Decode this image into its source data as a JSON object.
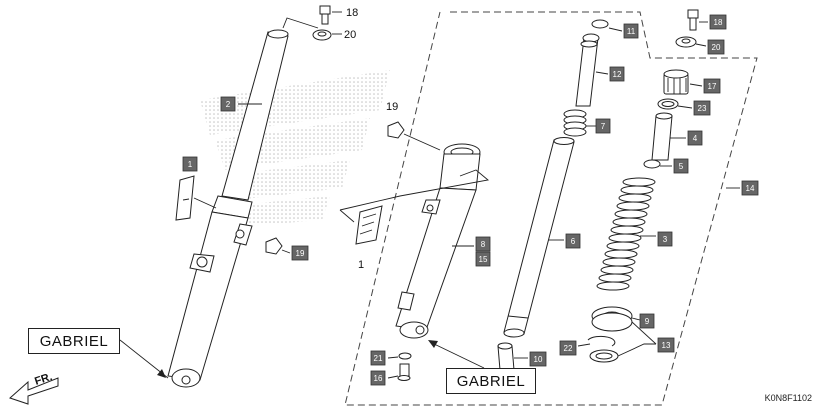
{
  "labels": {
    "gabriel_left": "GABRIEL",
    "gabriel_right": "GABRIEL",
    "front_arrow": "FR.",
    "diagram_code": "K0N8F1102"
  },
  "callouts": {
    "c1": "1",
    "c2": "2",
    "c3": "3",
    "c4": "4",
    "c5": "5",
    "c6": "6",
    "c7": "7",
    "c8": "8",
    "c9": "9",
    "c10": "10",
    "c11": "11",
    "c12": "12",
    "c13": "13",
    "c14": "14",
    "c15": "15",
    "c16": "16",
    "c17": "17",
    "c19": "19",
    "c20a": "20",
    "c20b": "20",
    "c18a": "18",
    "c18b": "18",
    "c21": "21",
    "c22": "22",
    "c23": "23"
  },
  "plain_numbers": {
    "p18": "18",
    "p20": "20",
    "p19": "19",
    "p1": "1"
  },
  "colors": {
    "callout_fill": "#666666",
    "line": "#222222",
    "watermark": "#c8c8c8"
  }
}
